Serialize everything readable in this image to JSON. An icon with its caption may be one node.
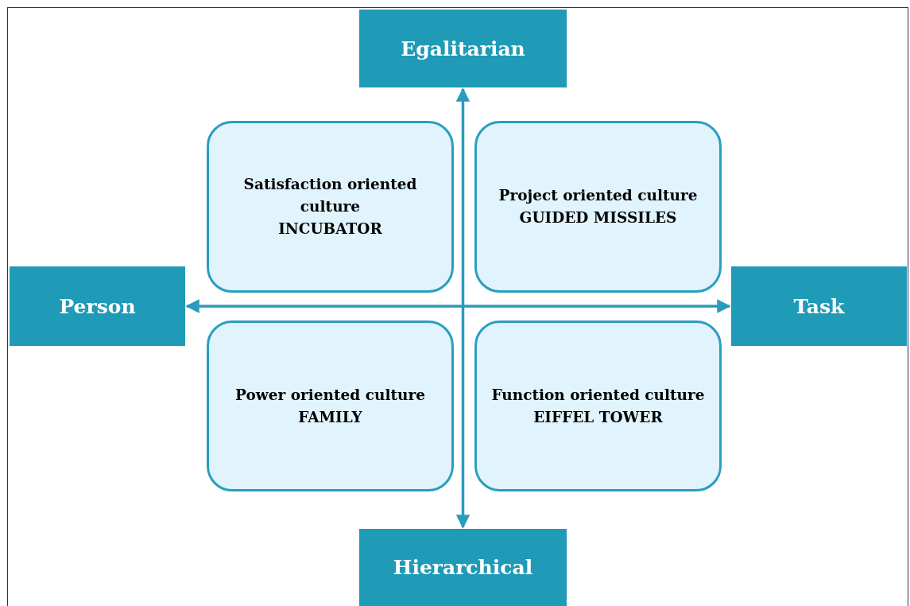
{
  "diagram": {
    "nodes": [
      {
        "text": [
          "Egalitarian"
        ]
      },
      {
        "text": [
          "Satisfaction oriented culture",
          "INCUBATOR"
        ]
      },
      {
        "text": [
          "Project oriented culture",
          "GUIDED MISSILES"
        ]
      },
      {
        "text": [
          "Person"
        ]
      },
      {
        "text": [
          "Task"
        ]
      },
      {
        "text": [
          "Power oriented culture",
          "FAMILY"
        ]
      },
      {
        "text": [
          "Function oriented culture",
          "EIFFEL TOWER"
        ]
      },
      {
        "text": [
          "Hierarchical"
        ]
      }
    ],
    "edges": [
      {
        "from": 0,
        "to": 7,
        "arrow": "both"
      },
      {
        "from": 3,
        "to": 4,
        "arrow": "both"
      }
    ]
  }
}
